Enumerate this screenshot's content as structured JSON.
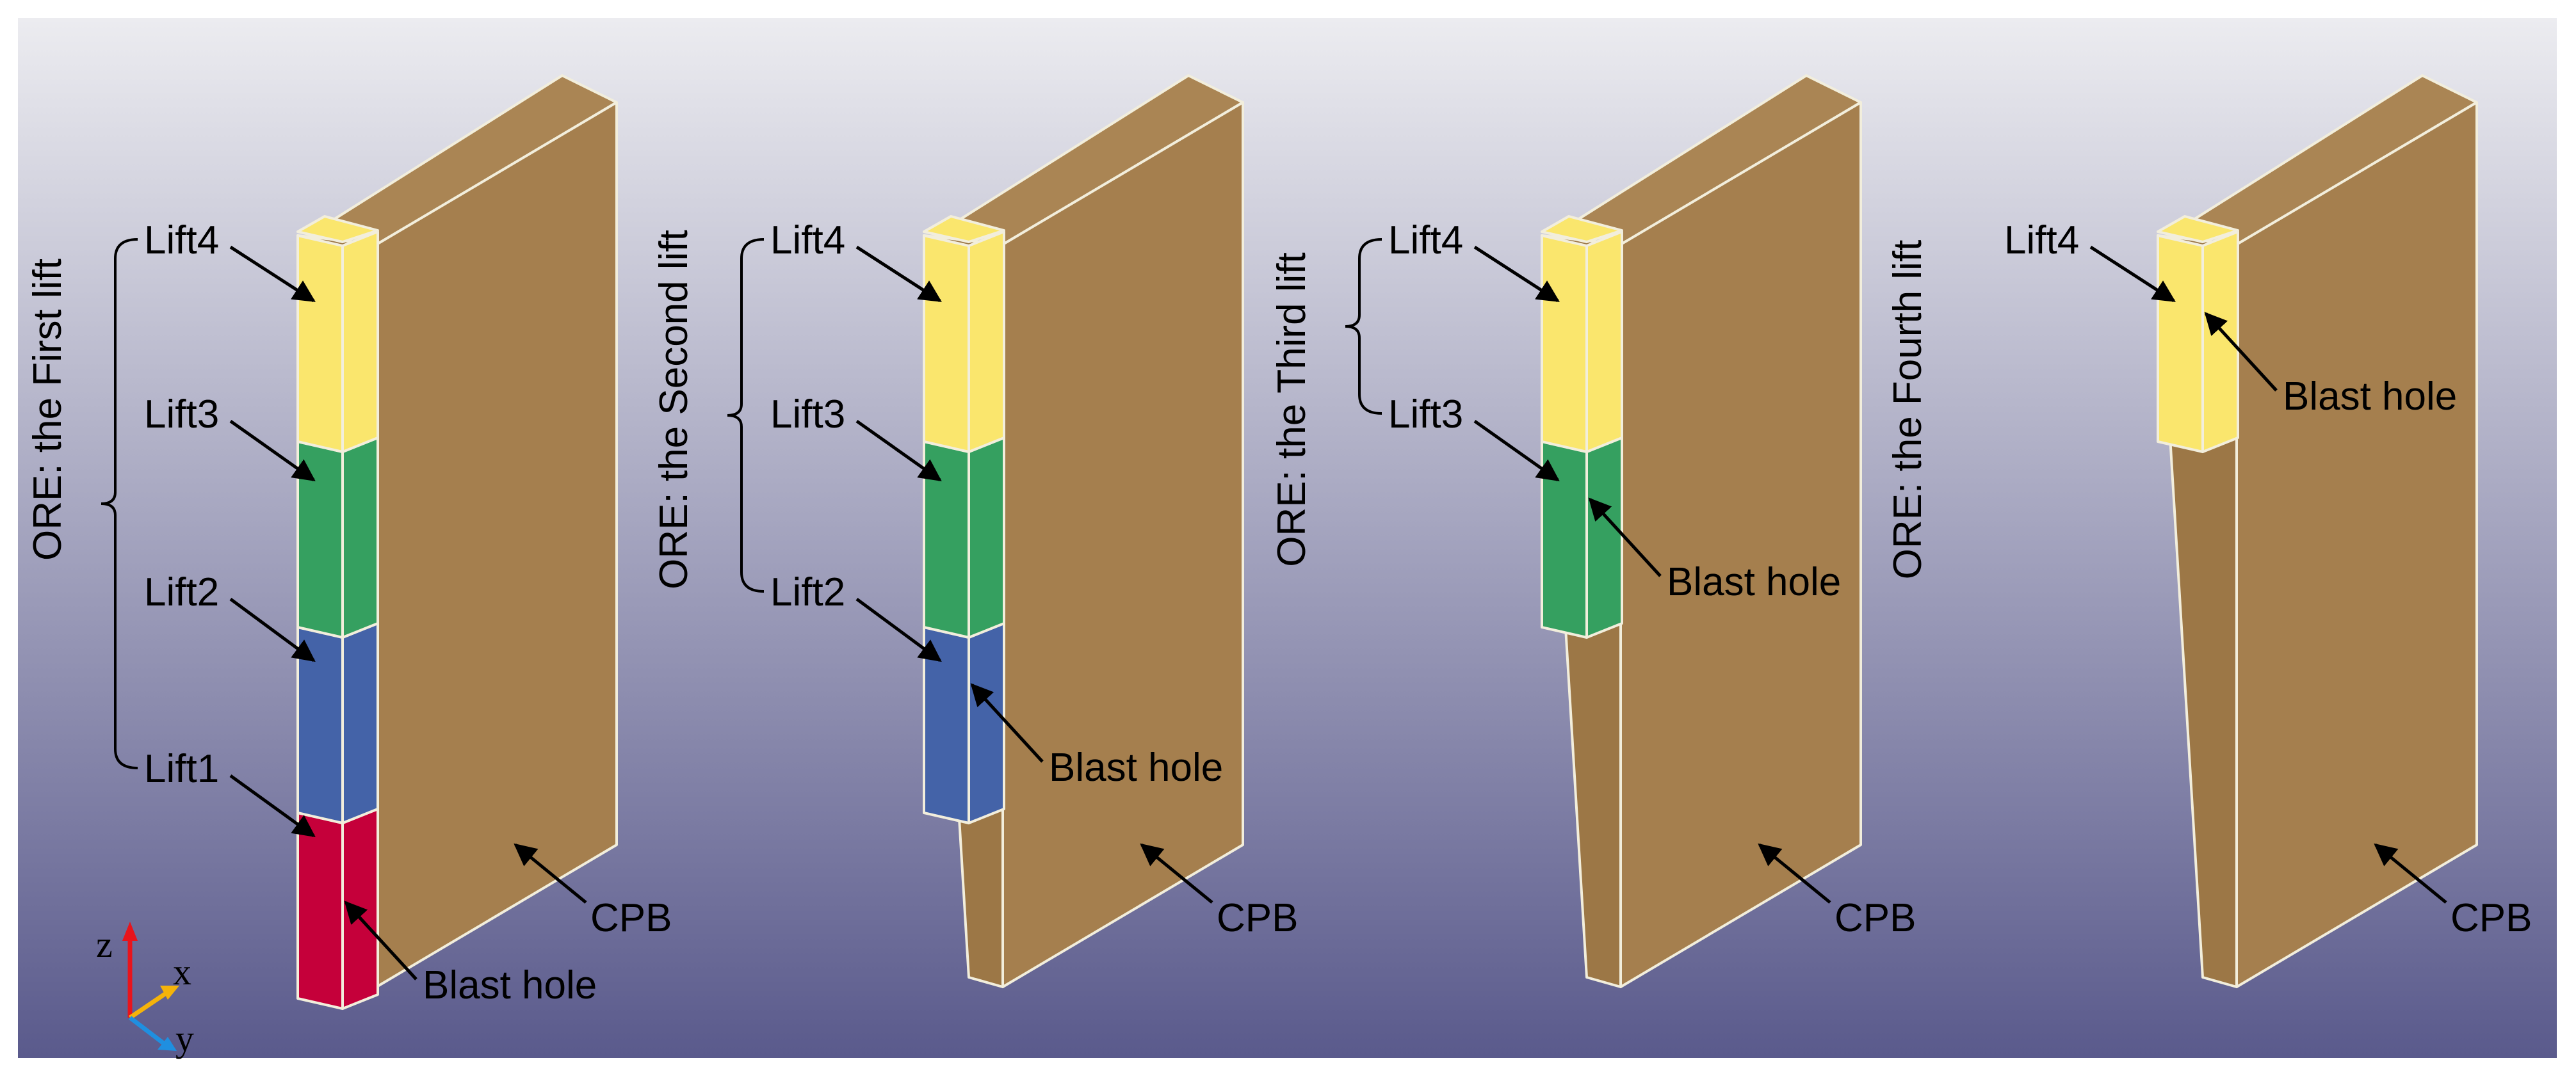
{
  "colors": {
    "background_top": "#ececf0",
    "background_bottom": "#5a5a8c",
    "cpb_front": "#a57f4e",
    "cpb_side": "#9c7746",
    "cpb_top": "#aa8554",
    "edge": "#f2eedc",
    "lift1": "#c5003a",
    "lift2": "#4463a8",
    "lift3": "#35a060",
    "lift4": "#fae66d",
    "axis_z": "#e8141c",
    "axis_x": "#f5b30a",
    "axis_y": "#1f8fe0"
  },
  "labels": {
    "lift1": "Lift1",
    "lift2": "Lift2",
    "lift3": "Lift3",
    "lift4": "Lift4",
    "blast_hole": "Blast hole",
    "cpb": "CPB"
  },
  "panels": [
    {
      "id": "first",
      "title": "ORE: the First lift",
      "lifts": [
        "lift1",
        "lift2",
        "lift3",
        "lift4"
      ]
    },
    {
      "id": "second",
      "title": "ORE: the Second lift",
      "lifts": [
        "lift2",
        "lift3",
        "lift4"
      ]
    },
    {
      "id": "third",
      "title": "ORE: the Third lift",
      "lifts": [
        "lift3",
        "lift4"
      ]
    },
    {
      "id": "fourth",
      "title": "ORE: the Fourth lift",
      "lifts": [
        "lift4"
      ]
    }
  ],
  "axes": {
    "z": "z",
    "x": "x",
    "y": "y"
  }
}
